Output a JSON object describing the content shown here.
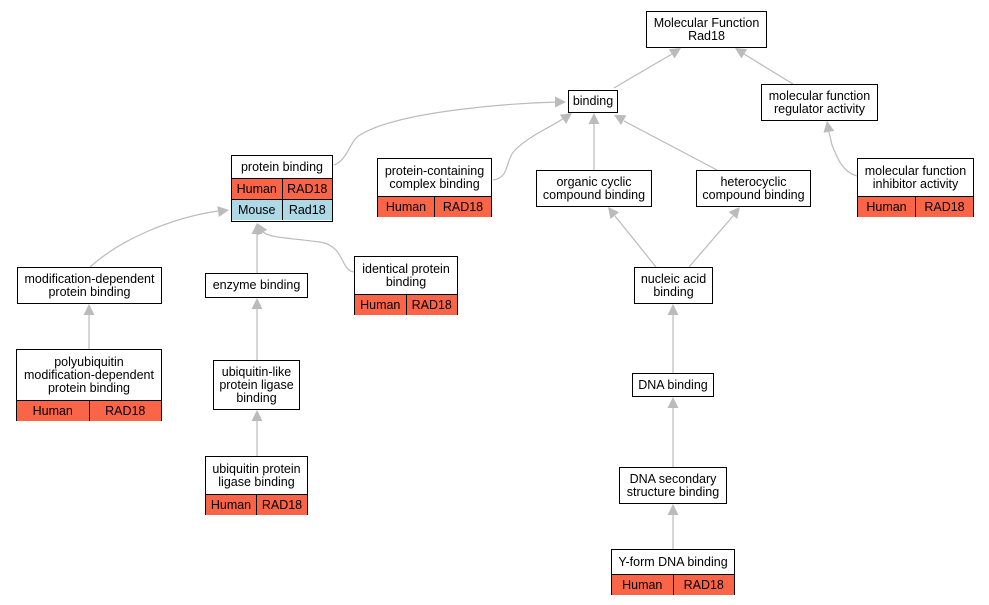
{
  "colors": {
    "human": "#fa6447",
    "mouse": "#add8e6",
    "edge": "#bbbbbb"
  },
  "nodes": {
    "mf_root": {
      "label": "Molecular Function\nRad18"
    },
    "binding": {
      "label": "binding"
    },
    "mf_regulator": {
      "label": "molecular function\nregulator activity"
    },
    "protein_binding": {
      "label": "protein binding",
      "ann": [
        [
          "Human",
          "RAD18"
        ],
        [
          "Mouse",
          "Rad18"
        ]
      ]
    },
    "protein_containing": {
      "label": "protein-containing\ncomplex binding",
      "ann": [
        [
          "Human",
          "RAD18"
        ]
      ]
    },
    "organic_cyclic": {
      "label": "organic cyclic\ncompound binding"
    },
    "heterocyclic": {
      "label": "heterocyclic\ncompound binding"
    },
    "mf_inhibitor": {
      "label": "molecular function\ninhibitor activity",
      "ann": [
        [
          "Human",
          "RAD18"
        ]
      ]
    },
    "modification_dependent": {
      "label": "modification-dependent\nprotein binding"
    },
    "enzyme_binding": {
      "label": "enzyme binding"
    },
    "identical_protein": {
      "label": "identical protein\nbinding",
      "ann": [
        [
          "Human",
          "RAD18"
        ]
      ]
    },
    "nucleic_acid": {
      "label": "nucleic acid\nbinding"
    },
    "polyubiquitin": {
      "label": "polyubiquitin\nmodification-dependent\nprotein binding",
      "ann": [
        [
          "Human",
          "RAD18"
        ]
      ]
    },
    "ubl_ligase": {
      "label": "ubiquitin-like\nprotein ligase\nbinding"
    },
    "dna_binding": {
      "label": "DNA binding"
    },
    "ub_ligase": {
      "label": "ubiquitin protein\nligase binding",
      "ann": [
        [
          "Human",
          "RAD18"
        ]
      ]
    },
    "dna_secondary": {
      "label": "DNA secondary\nstructure binding"
    },
    "yform": {
      "label": "Y-form DNA binding",
      "ann": [
        [
          "Human",
          "RAD18"
        ]
      ]
    }
  }
}
